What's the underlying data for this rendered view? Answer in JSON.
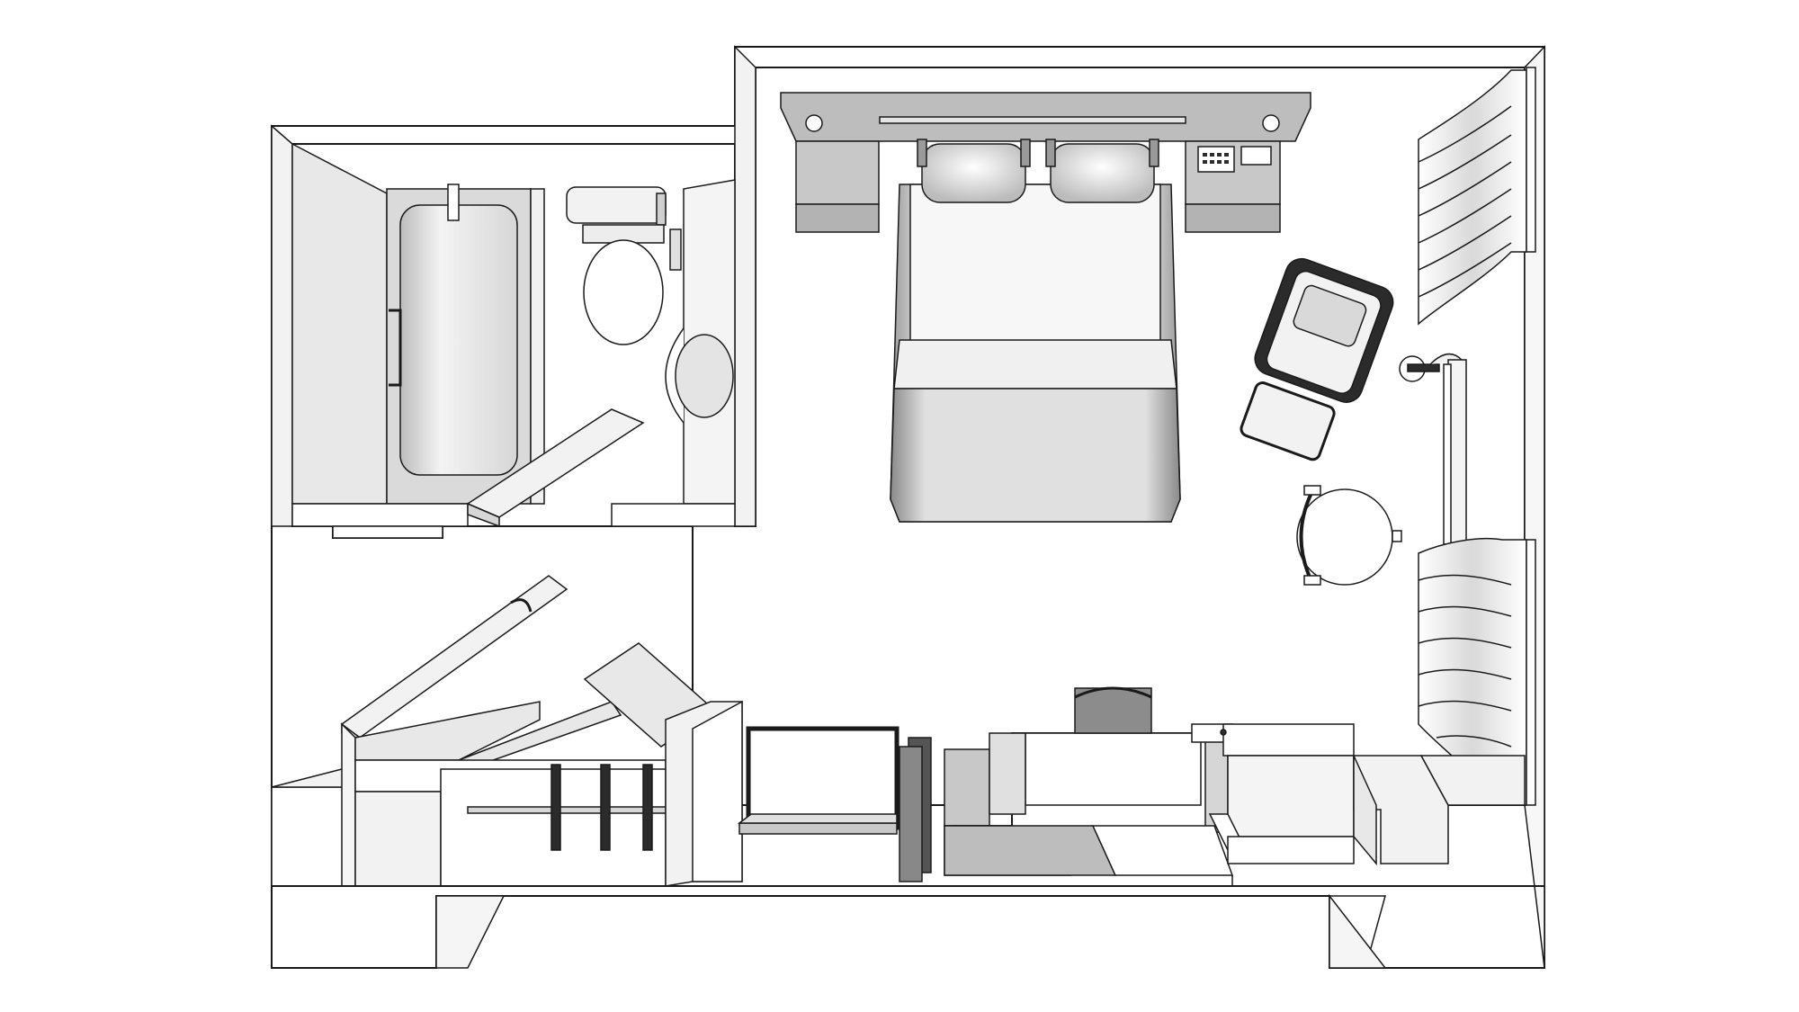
{
  "diagram": {
    "type": "hotel-room-floor-plan",
    "view": "3d-axonometric-top-down",
    "text_labels": [],
    "rooms": [
      {
        "name": "bathroom",
        "fixtures": [
          "bathtub",
          "toilet",
          "washbasin",
          "bathroom-door"
        ]
      },
      {
        "name": "bedroom",
        "fixtures": [
          "double-bed",
          "pillow",
          "pillow",
          "headboard",
          "nightstand",
          "nightstand",
          "control-panel",
          "armchair",
          "round-table",
          "chair",
          "floor-lamp",
          "curtain",
          "curtain"
        ]
      },
      {
        "name": "entrance",
        "fixtures": [
          "entrance-door",
          "closet",
          "wardrobe-door",
          "luggage-rack",
          "desk",
          "desk-chair",
          "minibar",
          "tv-cabinet"
        ]
      }
    ],
    "colors": {
      "wall_fill": "#ffffff",
      "wall_top": "#f2f2f2",
      "line": "#1a1a1a",
      "floor": "#ffffff",
      "furniture_light": "#e6e6e6",
      "furniture_mid": "#c8c8c8",
      "furniture_dark": "#8c8c8c",
      "furniture_black": "#2b2b2b"
    }
  }
}
